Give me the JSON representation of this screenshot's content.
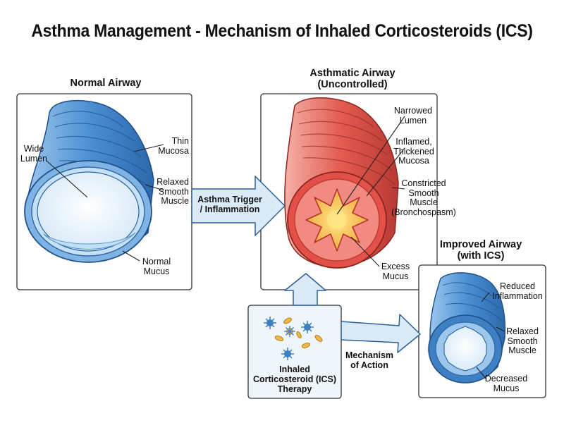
{
  "title": "Asthma Management - Mechanism of Inhaled Corticosteroids (ICS)",
  "panels": {
    "normal": {
      "heading": "Normal Airway",
      "labels": {
        "wide_lumen": [
          "Wide",
          "Lumen"
        ],
        "thin_mucosa": [
          "Thin",
          "Mucosa"
        ],
        "relaxed_muscle": [
          "Relaxed",
          "Smooth",
          "Muscle"
        ],
        "normal_mucus": [
          "Normal",
          "Mucus"
        ]
      }
    },
    "asthmatic": {
      "heading": [
        "Asthmatic Airway",
        "(Uncontrolled)"
      ],
      "labels": {
        "narrowed_lumen": [
          "Narrowed",
          "Lumen"
        ],
        "inflamed_mucosa": [
          "Inflamed,",
          "Thickened",
          "Mucosa"
        ],
        "constricted_muscle": [
          "Constricted",
          "Smooth",
          "Muscle",
          "(Bronchospasm)"
        ],
        "excess_mucus": [
          "Excess",
          "Mucus"
        ]
      }
    },
    "improved": {
      "heading": [
        "Improved Airway",
        "(with ICS)"
      ],
      "labels": {
        "reduced_inflammation": [
          "Reduced",
          "Inflammation"
        ],
        "relaxed_muscle": [
          "Relaxed",
          "Smooth",
          "Muscle"
        ],
        "decreased_mucus": [
          "Decreased",
          "Mucus"
        ]
      }
    },
    "therapy": {
      "label": [
        "Inhaled",
        "Corticosteroid (ICS)",
        "Therapy"
      ]
    }
  },
  "arrows": {
    "trigger": [
      "Asthma Trigger",
      "/ Inflammation"
    ],
    "mechanism": [
      "Mechanism",
      "of Action"
    ]
  },
  "colors": {
    "normal_blue": "#3f7fc4",
    "light_blue": "#bcd9f0",
    "inflamed_red": "#e0524a",
    "light_red": "#f3a49c",
    "mucus_yellow": "#f7c24a",
    "arrow_fill": "#dbeaf7"
  }
}
